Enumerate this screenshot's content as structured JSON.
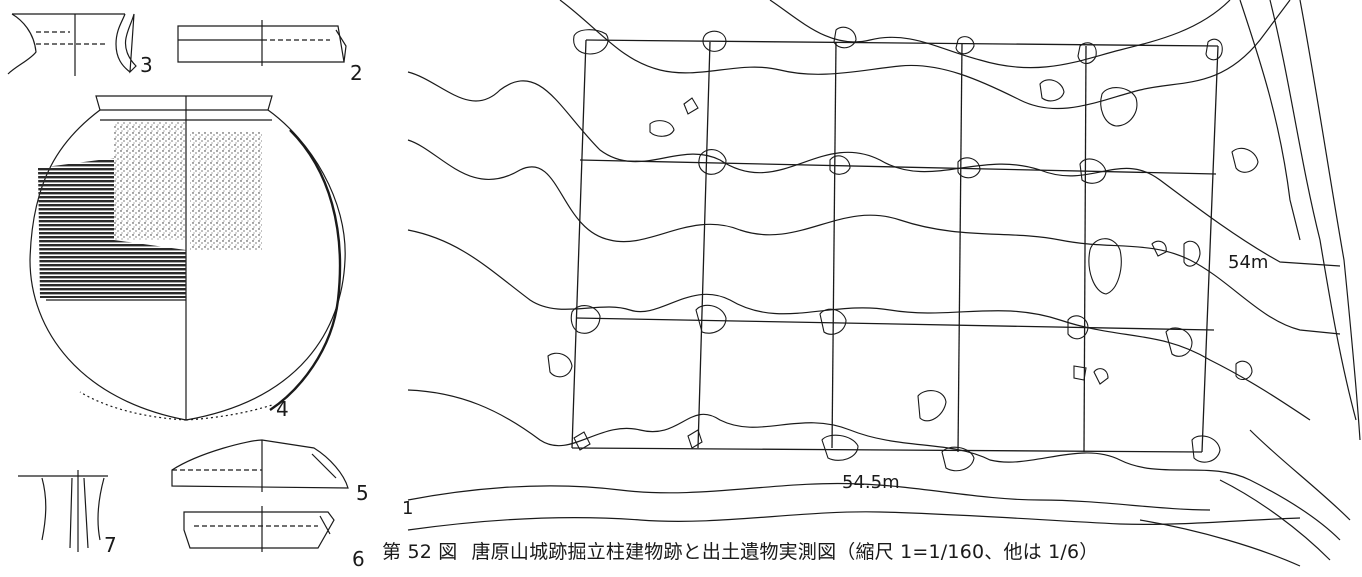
{
  "artifacts": {
    "labels": [
      "1",
      "2",
      "3",
      "4",
      "5",
      "6",
      "7"
    ]
  },
  "plan": {
    "contours": [
      "54m",
      "54.5m"
    ]
  },
  "caption": {
    "fig": "第 52 図",
    "text": "唐原山城跡掘立柱建物跡と出土遺物実測図（縮尺 1=1/160、他は 1/6）"
  }
}
